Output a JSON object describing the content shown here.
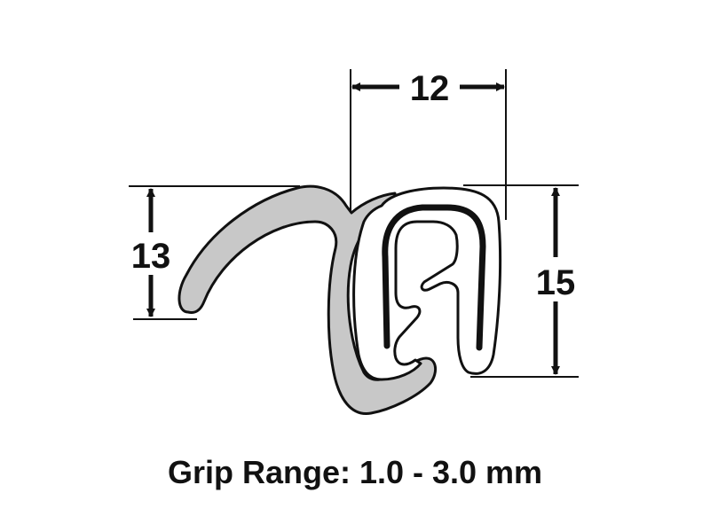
{
  "colors": {
    "profile_fill": "#c8c8c8",
    "outline": "#111111",
    "clip_fill": "#ffffff",
    "background": "#ffffff"
  },
  "dimensions": {
    "width_label": "12",
    "left_height_label": "13",
    "right_height_label": "15"
  },
  "caption": {
    "text": "Grip Range: 1.0 - 3.0 mm"
  }
}
